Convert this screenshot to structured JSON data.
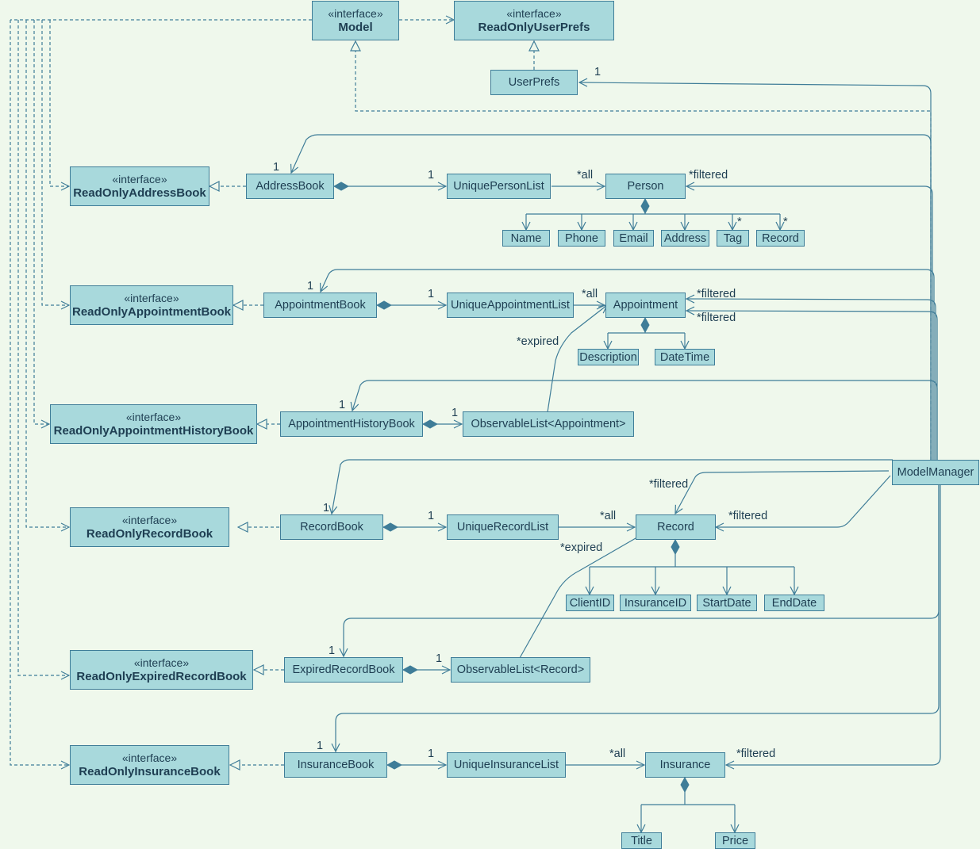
{
  "stereotype": "«interface»",
  "interfaces": {
    "model": "Model",
    "read_only_user_prefs": "ReadOnlyUserPrefs",
    "read_only_address_book": "ReadOnlyAddressBook",
    "read_only_appointment_book": "ReadOnlyAppointmentBook",
    "read_only_appointment_history_book": "ReadOnlyAppointmentHistoryBook",
    "read_only_record_book": "ReadOnlyRecordBook",
    "read_only_expired_record_book": "ReadOnlyExpiredRecordBook",
    "read_only_insurance_book": "ReadOnlyInsuranceBook"
  },
  "classes": {
    "user_prefs": "UserPrefs",
    "model_manager": "ModelManager",
    "address_book": "AddressBook",
    "unique_person_list": "UniquePersonList",
    "person": "Person",
    "appointment_book": "AppointmentBook",
    "unique_appointment_list": "UniqueAppointmentList",
    "appointment": "Appointment",
    "appointment_history_book": "AppointmentHistoryBook",
    "observable_list_appointment": "ObservableList<Appointment>",
    "record_book": "RecordBook",
    "unique_record_list": "UniqueRecordList",
    "record": "Record",
    "expired_record_book": "ExpiredRecordBook",
    "observable_list_record": "ObservableList<Record>",
    "insurance_book": "InsuranceBook",
    "unique_insurance_list": "UniqueInsuranceList",
    "insurance": "Insurance"
  },
  "attributes": {
    "person": [
      "Name",
      "Phone",
      "Email",
      "Address",
      "Tag",
      "Record"
    ],
    "appointment": [
      "Description",
      "DateTime"
    ],
    "record": [
      "ClientID",
      "InsuranceID",
      "StartDate",
      "EndDate"
    ],
    "insurance": [
      "Title",
      "Price"
    ]
  },
  "multiplicities": {
    "one": "1",
    "many": "*",
    "all": "*all",
    "filtered": "*filtered",
    "expired": "*expired"
  },
  "colors": {
    "background": "#eff8ec",
    "box_fill": "#a8d9dc",
    "line": "#3f7d98"
  }
}
